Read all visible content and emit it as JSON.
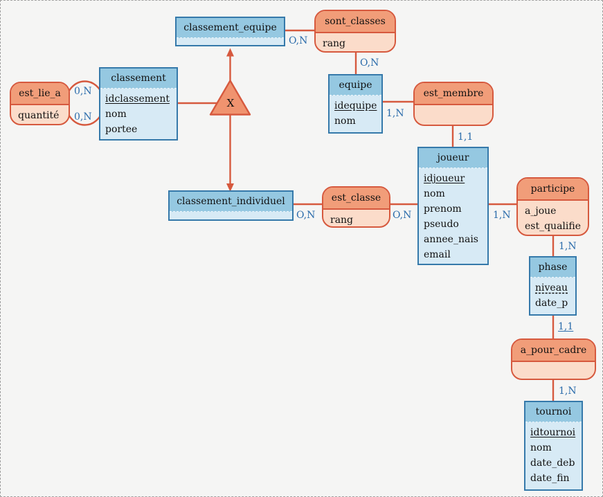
{
  "colors": {
    "background": "#f5f5f4",
    "entity_border": "#3579aa",
    "entity_header": "#95c8e1",
    "entity_body": "#d7eaf5",
    "relation_border": "#d6593e",
    "relation_header": "#f19d79",
    "relation_body": "#fbdcca",
    "constraint_fill": "#f0936f",
    "cardinality_text": "#2b6cab",
    "text": "#111111"
  },
  "constraint": {
    "label": "X",
    "type": "exclusion-triangle"
  },
  "entities": [
    {
      "title": "classement_equipe",
      "attributes": []
    },
    {
      "title": "classement",
      "attributes": [
        {
          "text": "idclassement",
          "underline": "solid"
        },
        {
          "text": "nom"
        },
        {
          "text": "portee"
        }
      ]
    },
    {
      "title": "equipe",
      "attributes": [
        {
          "text": "idequipe",
          "underline": "solid"
        },
        {
          "text": "nom"
        }
      ]
    },
    {
      "title": "joueur",
      "attributes": [
        {
          "text": "idjoueur",
          "underline": "solid"
        },
        {
          "text": "nom"
        },
        {
          "text": "prenom"
        },
        {
          "text": "pseudo"
        },
        {
          "text": "annee_nais"
        },
        {
          "text": "email"
        }
      ]
    },
    {
      "title": "classement_individuel",
      "attributes": []
    },
    {
      "title": "phase",
      "attributes": [
        {
          "text": "niveau",
          "underline": "dashed"
        },
        {
          "text": "date_p"
        }
      ]
    },
    {
      "title": "tournoi",
      "attributes": [
        {
          "text": "idtournoi",
          "underline": "solid"
        },
        {
          "text": "nom"
        },
        {
          "text": "date_deb"
        },
        {
          "text": "date_fin"
        }
      ]
    }
  ],
  "relationships": [
    {
      "title": "est_lie_a",
      "attributes": [
        {
          "text": "quantité"
        }
      ]
    },
    {
      "title": "sont_classes",
      "attributes": [
        {
          "text": "rang"
        }
      ]
    },
    {
      "title": "est_membre",
      "attributes": []
    },
    {
      "title": "est_classe",
      "attributes": [
        {
          "text": "rang"
        }
      ]
    },
    {
      "title": "participe",
      "attributes": [
        {
          "text": "a_joue"
        },
        {
          "text": "est_qualifie"
        }
      ]
    },
    {
      "title": "a_pour_cadre",
      "attributes": []
    }
  ],
  "cardinalities": [
    {
      "label": "0,N",
      "between": [
        "est_lie_a",
        "classement"
      ],
      "underlined": false
    },
    {
      "label": "0,N",
      "between": [
        "est_lie_a",
        "classement"
      ],
      "underlined": false
    },
    {
      "label": "O,N",
      "between": [
        "classement_equipe",
        "sont_classes"
      ],
      "underlined": false
    },
    {
      "label": "O,N",
      "between": [
        "sont_classes",
        "equipe"
      ],
      "underlined": false
    },
    {
      "label": "1,N",
      "between": [
        "equipe",
        "est_membre"
      ],
      "underlined": false
    },
    {
      "label": "1,1",
      "between": [
        "est_membre",
        "joueur"
      ],
      "underlined": false
    },
    {
      "label": "O,N",
      "between": [
        "classement_individuel",
        "est_classe"
      ],
      "underlined": false
    },
    {
      "label": "O,N",
      "between": [
        "est_classe",
        "joueur"
      ],
      "underlined": false
    },
    {
      "label": "1,N",
      "between": [
        "joueur",
        "participe"
      ],
      "underlined": false
    },
    {
      "label": "1,N",
      "between": [
        "participe",
        "phase"
      ],
      "underlined": false
    },
    {
      "label": "1,1",
      "between": [
        "phase",
        "a_pour_cadre"
      ],
      "underlined": true
    },
    {
      "label": "1,N",
      "between": [
        "a_pour_cadre",
        "tournoi"
      ],
      "underlined": false
    }
  ],
  "links": [
    {
      "from": "est_lie_a",
      "to": "classement",
      "style": "double-arc"
    },
    {
      "from": "classement",
      "to": "constraint-X",
      "style": "line"
    },
    {
      "from": "constraint-X",
      "to": "classement_equipe",
      "style": "arrow"
    },
    {
      "from": "constraint-X",
      "to": "classement_individuel",
      "style": "arrow"
    },
    {
      "from": "classement_equipe",
      "to": "sont_classes",
      "style": "line"
    },
    {
      "from": "sont_classes",
      "to": "equipe",
      "style": "line"
    },
    {
      "from": "equipe",
      "to": "est_membre",
      "style": "line"
    },
    {
      "from": "est_membre",
      "to": "joueur",
      "style": "line"
    },
    {
      "from": "classement_individuel",
      "to": "est_classe",
      "style": "line"
    },
    {
      "from": "est_classe",
      "to": "joueur",
      "style": "line"
    },
    {
      "from": "joueur",
      "to": "participe",
      "style": "line"
    },
    {
      "from": "participe",
      "to": "phase",
      "style": "line"
    },
    {
      "from": "phase",
      "to": "a_pour_cadre",
      "style": "line"
    },
    {
      "from": "a_pour_cadre",
      "to": "tournoi",
      "style": "line"
    }
  ]
}
